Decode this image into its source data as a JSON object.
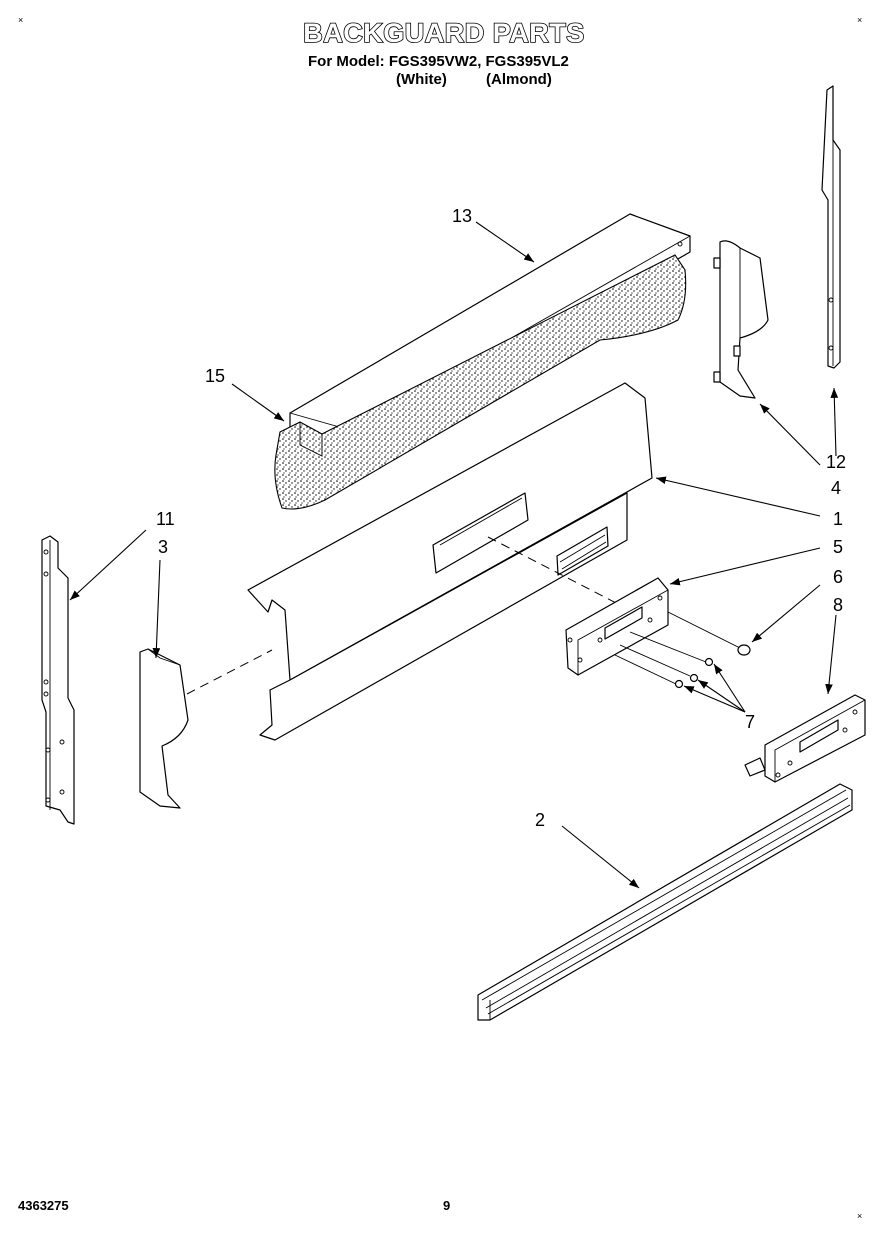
{
  "header": {
    "title": "BACKGUARD PARTS",
    "model_line": "For Model: FGS395VW2, FGS395VL2",
    "variant_white": "(White)",
    "variant_almond": "(Almond)"
  },
  "corner_marks": {
    "symbol": "×"
  },
  "callouts": {
    "c1": "1",
    "c2": "2",
    "c3": "3",
    "c4": "4",
    "c5": "5",
    "c6": "6",
    "c7": "7",
    "c8": "8",
    "c11": "11",
    "c12": "12",
    "c13": "13",
    "c15": "15"
  },
  "footer": {
    "doc_number": "4363275",
    "page_number": "9"
  }
}
